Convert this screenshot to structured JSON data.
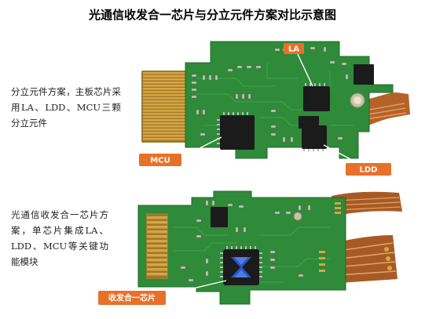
{
  "title": "光通信收发合一芯片与分立元件方案对比示意图",
  "section_discrete": {
    "caption": "分立元件方案，主板芯片采用LA、LDD、MCU三颗分立元件",
    "labels": {
      "la": "LA",
      "mcu": "MCU",
      "ldd": "LDD"
    }
  },
  "section_integrated": {
    "caption": "光通信收发合一芯片方案，单芯片集成LA、LDD、MCU等关键功能模块",
    "label_chip": "收发合一芯片"
  },
  "colors": {
    "pcb_green": "#2f8a3a",
    "gold": "#d9a441",
    "label_orange": "#e8712a",
    "flex_copper": "#b5622a",
    "chip_black": "#1b1b1b",
    "logo_blue": "#2b56c9"
  }
}
